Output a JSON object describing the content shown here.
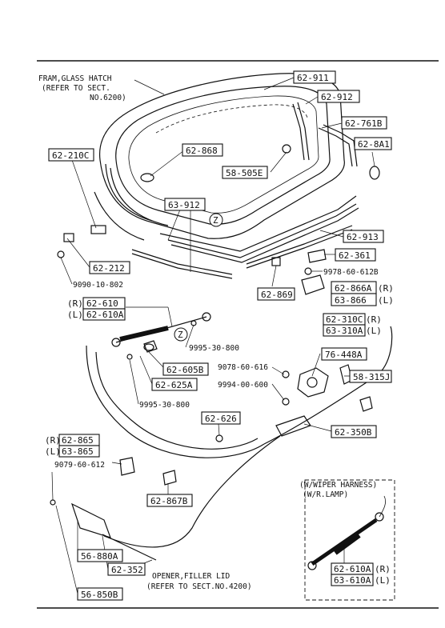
{
  "notes": {
    "frame": [
      "FRAM,GLASS HATCH",
      "(REFER TO SECT.",
      "NO.6200)"
    ],
    "opener": [
      "OPENER,FILLER LID",
      "(REFER TO SECT.NO.4200)"
    ],
    "inset": [
      "(W/WIPER HARNESS)",
      "(W/R.LAMP)"
    ]
  },
  "parts": {
    "p62911": "62-911",
    "p62912": "62-912",
    "p62761B": "62-761B",
    "p628A1": "62-8A1",
    "p62868": "62-868",
    "p62210C": "62-210C",
    "p58505E": "58-505E",
    "p63912": "63-912",
    "zmark1": "Z",
    "p62913": "62-913",
    "p62361": "62-361",
    "p62212": "62-212",
    "p9978": "9978-60-612B",
    "p9090": "9090-10-802",
    "p62869": "62-869",
    "p62866A": "62-866A",
    "p62866A_side": "(R)",
    "p63866": "63-866",
    "p63866_side": "(L)",
    "p62610_side": "(R)",
    "p62610": "62-610",
    "p62610A_side": "(L)",
    "p62610A": "62-610A",
    "p62310C": "62-310C",
    "p62310C_side": "(R)",
    "p63310A": "63-310A",
    "p63310A_side": "(L)",
    "zmark2": "Z",
    "p9995a": "9995-30-800",
    "p76448A": "76-448A",
    "p9078": "9078-60-616",
    "p58315J": "58-315J",
    "p62605B": "62-605B",
    "p62625A": "62-625A",
    "p9994": "9994-00-600",
    "p9995b": "9995-30-800",
    "p62626": "62-626",
    "p62350B": "62-350B",
    "p62865_side": "(R)",
    "p62865": "62-865",
    "p63865_side": "(L)",
    "p63865": "63-865",
    "p9079": "9079-60-612",
    "p62867B": "62-867B",
    "p56880A": "56-880A",
    "p62352": "62-352",
    "p56850B": "56-850B",
    "p62610A_in": "62-610A",
    "p62610A_in_side": "(R)",
    "p63610A_in": "63-610A",
    "p63610A_in_side": "(L)"
  }
}
